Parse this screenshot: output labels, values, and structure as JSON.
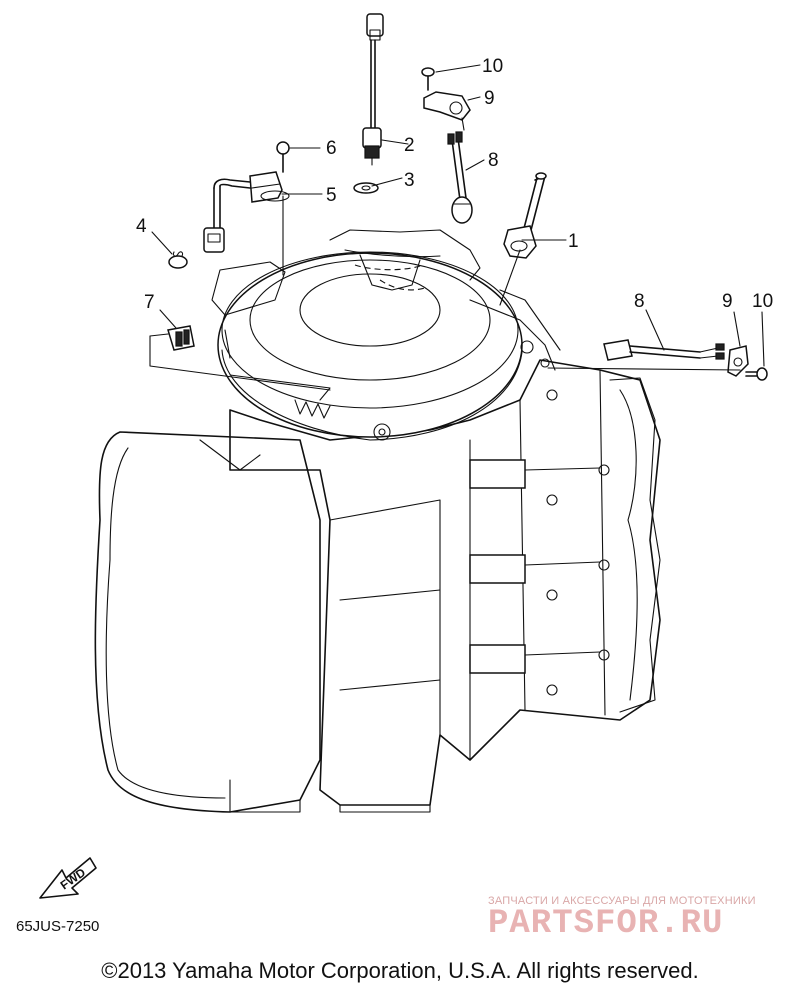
{
  "diagram": {
    "callouts": [
      {
        "id": "1",
        "label": "1"
      },
      {
        "id": "2",
        "label": "2"
      },
      {
        "id": "3",
        "label": "3"
      },
      {
        "id": "4",
        "label": "4"
      },
      {
        "id": "5",
        "label": "5"
      },
      {
        "id": "6",
        "label": "6"
      },
      {
        "id": "7",
        "label": "7"
      },
      {
        "id": "8a",
        "label": "8"
      },
      {
        "id": "8b",
        "label": "8"
      },
      {
        "id": "9a",
        "label": "9"
      },
      {
        "id": "9b",
        "label": "9"
      },
      {
        "id": "10a",
        "label": "10"
      },
      {
        "id": "10b",
        "label": "10"
      }
    ],
    "fwd_label": "FWD",
    "reference_code": "65JUS-7250",
    "copyright": "©2013 Yamaha Motor Corporation, U.S.A. All rights reserved."
  },
  "watermark": {
    "line1": "ЗАПЧАСТИ И АКСЕССУАРЫ ДЛЯ МОТОТЕХНИКИ",
    "line2": "PARTSFOR.RU"
  }
}
